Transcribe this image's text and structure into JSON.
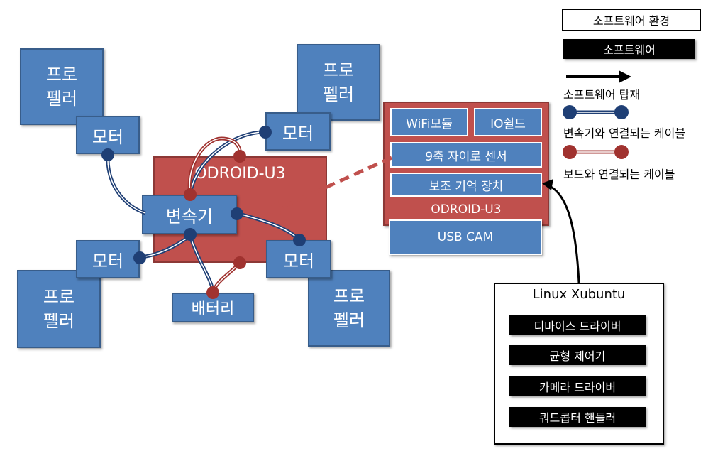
{
  "drone": {
    "propeller_label_line1": "프로",
    "propeller_label_line2": "펠러",
    "motor_label": "모터",
    "board_label": "ODROID-U3",
    "transmission_label": "변속기",
    "battery_label": "배터리"
  },
  "module": {
    "wifi_label": "WiFi모듈",
    "io_label": "IO쉴드",
    "imu_label": "9축 자이로 센서",
    "storage_label": "보조 기억 장치",
    "board_label": "ODROID-U3",
    "camera_label": "USB CAM"
  },
  "legend": {
    "software_env": "소프트웨어 환경",
    "software": "소프트웨어",
    "software_loaded": "소프트웨어 탑재",
    "esc_cable": "변속기와 연결되는 케이블",
    "board_cable": "보드와 연결되는 케이블"
  },
  "linux": {
    "title": "Linux Xubuntu",
    "items": [
      "디바이스 드라이버",
      "균형 제어기",
      "카메라 드라이버",
      "쿼드콥터 핸들러"
    ]
  },
  "colors": {
    "blue_fill": "#4f81bd",
    "blue_dot": "#1f3f75",
    "red_fill": "#c0504d",
    "red_dot": "#a0322f"
  }
}
